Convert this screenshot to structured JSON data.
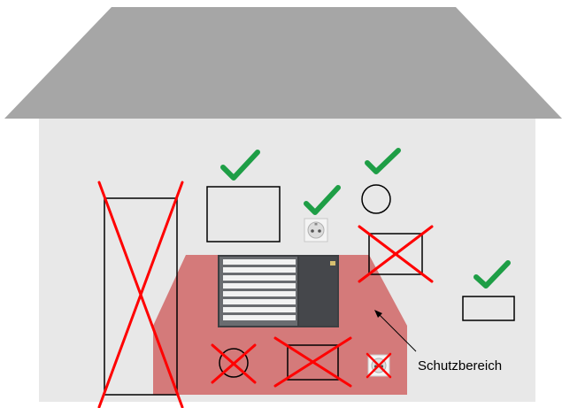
{
  "diagram": {
    "protection_zone_label": "Schutzbereich"
  },
  "colors": {
    "roof": "#a6a6a6",
    "wall": "#e8e8e8",
    "protection_zone": "#d47a7a",
    "cross": "#ff0000",
    "check": "#1e9e46",
    "heat_pump_body": "#3d3f42",
    "outline": "#000000"
  },
  "icons": [
    "house-roof",
    "check-icon",
    "cross-icon",
    "socket-icon",
    "heat-pump-unit",
    "arrow-pointer"
  ]
}
